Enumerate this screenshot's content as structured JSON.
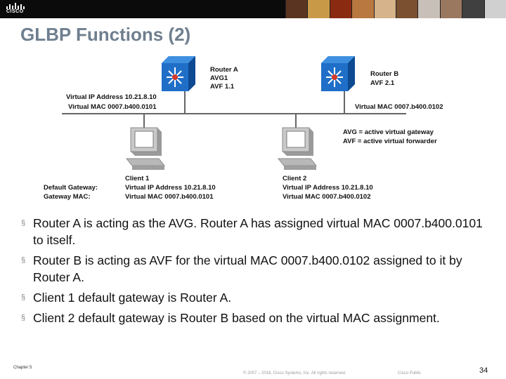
{
  "header": {
    "logo_text": "CISCO",
    "photo_colors": [
      "#5a3420",
      "#c89a48",
      "#8a2a10",
      "#b87840",
      "#d6b38a",
      "#7a5030",
      "#c8c0b8",
      "#9a7860",
      "#404040",
      "#d0d0d0"
    ]
  },
  "slide": {
    "title": "GLBP Functions (2)"
  },
  "diagram": {
    "router_a": {
      "name": "Router A",
      "role1": "AVG1",
      "role2": "AVF 1.1"
    },
    "router_b": {
      "name": "Router B",
      "role1": "AVF 2.1"
    },
    "vip_a": "Virtual IP Address 10.21.8.10",
    "vmac_a": "Virtual MAC 0007.b400.0101",
    "vmac_b": "Virtual MAC 0007.b400.0102",
    "legend_avg": "AVG = active virtual gateway",
    "legend_avf": "AVF = active virtual forwarder",
    "default_gw_label": "Default Gateway:",
    "gw_mac_label": "Gateway MAC:",
    "client1": {
      "name": "Client 1",
      "vip": "Virtual IP Address 10.21.8.10",
      "vmac": "Virtual MAC 0007.b400.0101"
    },
    "client2": {
      "name": "Client 2",
      "vip": "Virtual IP Address 10.21.8.10",
      "vmac": "Virtual MAC 0007.b400.0102"
    },
    "colors": {
      "router": "#1f6fc8",
      "router_dark": "#0d4a92",
      "router_light": "#3f8fe0",
      "computer": "#c9c9c9",
      "line": "#666666"
    }
  },
  "bullets": [
    "Router A is acting as the AVG. Router A has assigned virtual MAC 0007.b400.0101 to itself.",
    "Router B is acting as AVF for the virtual MAC 0007.b400.0102 assigned to it by Router A.",
    "Client 1 default gateway is Router A.",
    "Client 2 default gateway is Router B based on the virtual MAC assignment."
  ],
  "bullet_marker": "§",
  "footer": {
    "chapter": "Chapter 5",
    "copyright": "© 2007 – 2016, Cisco Systems, Inc. All rights reserved.",
    "classification": "Cisco Public",
    "page_number": "34"
  }
}
